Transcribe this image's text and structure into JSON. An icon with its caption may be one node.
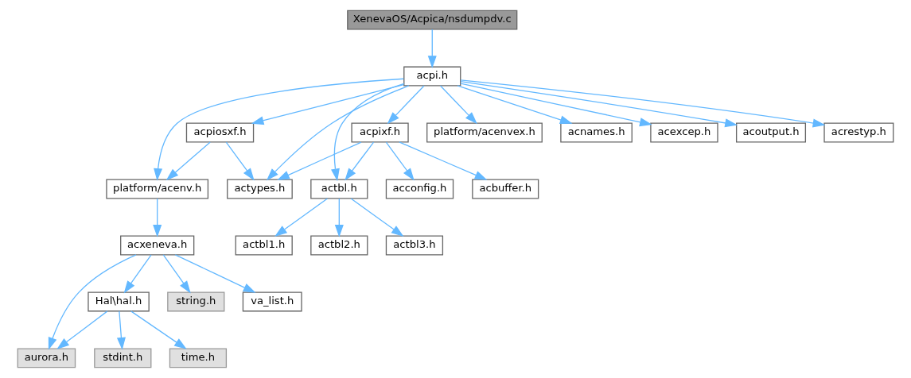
{
  "diagram": {
    "nodes": [
      {
        "text": [
          "XenevaOS/Acpica/nsdumpdv.c"
        ]
      },
      {
        "text": [
          "acpi.h"
        ]
      },
      {
        "text": [
          "acpiosxf.h"
        ]
      },
      {
        "text": [
          "acpixf.h"
        ]
      },
      {
        "text": [
          "platform/acenvex.h"
        ]
      },
      {
        "text": [
          "acnames.h"
        ]
      },
      {
        "text": [
          "acexcep.h"
        ]
      },
      {
        "text": [
          "acoutput.h"
        ]
      },
      {
        "text": [
          "acrestyp.h"
        ]
      },
      {
        "text": [
          "platform/acenv.h"
        ]
      },
      {
        "text": [
          "actypes.h"
        ]
      },
      {
        "text": [
          "actbl.h"
        ]
      },
      {
        "text": [
          "acbuffer.h"
        ]
      },
      {
        "text": [
          "acconfig.h"
        ]
      },
      {
        "text": [
          "actbl1.h"
        ]
      },
      {
        "text": [
          "actbl2.h"
        ]
      },
      {
        "text": [
          "actbl3.h"
        ]
      },
      {
        "text": [
          "acxeneva.h"
        ]
      },
      {
        "text": [
          "Hal\\hal.h"
        ]
      },
      {
        "text": [
          "string.h"
        ]
      },
      {
        "text": [
          "va_list.h"
        ]
      },
      {
        "text": [
          "aurora.h"
        ]
      },
      {
        "text": [
          "time.h"
        ]
      },
      {
        "text": [
          "stdint.h"
        ]
      }
    ],
    "edges": [
      {
        "from": 0,
        "to": 1,
        "arrow": "to"
      },
      {
        "from": 1,
        "to": 9,
        "arrow": "to"
      },
      {
        "from": 1,
        "to": 2,
        "arrow": "to"
      },
      {
        "from": 1,
        "to": 10,
        "arrow": "to"
      },
      {
        "from": 1,
        "to": 11,
        "arrow": "to"
      },
      {
        "from": 1,
        "to": 3,
        "arrow": "to"
      },
      {
        "from": 1,
        "to": 4,
        "arrow": "to"
      },
      {
        "from": 1,
        "to": 5,
        "arrow": "to"
      },
      {
        "from": 1,
        "to": 6,
        "arrow": "to"
      },
      {
        "from": 1,
        "to": 7,
        "arrow": "to"
      },
      {
        "from": 1,
        "to": 8,
        "arrow": "to"
      },
      {
        "from": 2,
        "to": 9,
        "arrow": "to"
      },
      {
        "from": 2,
        "to": 10,
        "arrow": "to"
      },
      {
        "from": 3,
        "to": 10,
        "arrow": "to"
      },
      {
        "from": 3,
        "to": 11,
        "arrow": "to"
      },
      {
        "from": 3,
        "to": 12,
        "arrow": "to"
      },
      {
        "from": 3,
        "to": 13,
        "arrow": "to"
      },
      {
        "from": 11,
        "to": 14,
        "arrow": "to"
      },
      {
        "from": 11,
        "to": 15,
        "arrow": "to"
      },
      {
        "from": 11,
        "to": 16,
        "arrow": "to"
      },
      {
        "from": 9,
        "to": 17,
        "arrow": "to"
      },
      {
        "from": 17,
        "to": 21,
        "arrow": "to"
      },
      {
        "from": 17,
        "to": 18,
        "arrow": "to"
      },
      {
        "from": 17,
        "to": 19,
        "arrow": "to"
      },
      {
        "from": 17,
        "to": 20,
        "arrow": "to"
      },
      {
        "from": 18,
        "to": 21,
        "arrow": "to"
      },
      {
        "from": 18,
        "to": 22,
        "arrow": "to"
      },
      {
        "from": 18,
        "to": 23,
        "arrow": "to"
      }
    ]
  }
}
